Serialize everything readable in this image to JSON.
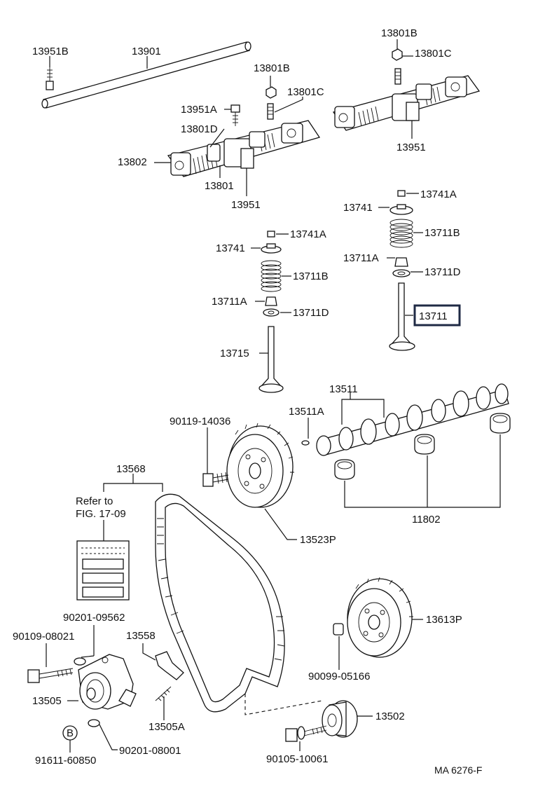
{
  "parts": {
    "p13951B": "13951B",
    "p13901": "13901",
    "p13801B_l": "13801B",
    "p13801C_l": "13801C",
    "p13951A": "13951A",
    "p13801D": "13801D",
    "p13802": "13802",
    "p13801": "13801",
    "p13951_l": "13951",
    "p13801B_r": "13801B",
    "p13801C_r": "13801C",
    "p13951_r": "13951",
    "p13741A_r": "13741A",
    "p13741_r": "13741",
    "p13711B_r": "13711B",
    "p13711A_r": "13711A",
    "p13711D_r": "13711D",
    "p13711": "13711",
    "p13741A_l": "13741A",
    "p13741_l": "13741",
    "p13711B_l": "13711B",
    "p13711A_l": "13711A",
    "p13711D_l": "13711D",
    "p13715": "13715",
    "p13511": "13511",
    "p13511A": "13511A",
    "p90119": "90119-14036",
    "p13568": "13568",
    "p13523P": "13523P",
    "p11802": "11802",
    "p13613P": "13613P",
    "p90099": "90099-05166",
    "p90201_09562": "90201-09562",
    "p90109": "90109-08021",
    "p13558": "13558",
    "p13505": "13505",
    "p13505A": "13505A",
    "p13502": "13502",
    "p90105": "90105-10061",
    "p90201_08001": "90201-08001",
    "p91611": "91611-60850"
  },
  "refer_line1": "Refer to",
  "refer_line2": "FIG. 17-09",
  "bolt_b_mark": "B",
  "footer_code": "MA  6276-F",
  "highlight_color": "#1f2a44"
}
